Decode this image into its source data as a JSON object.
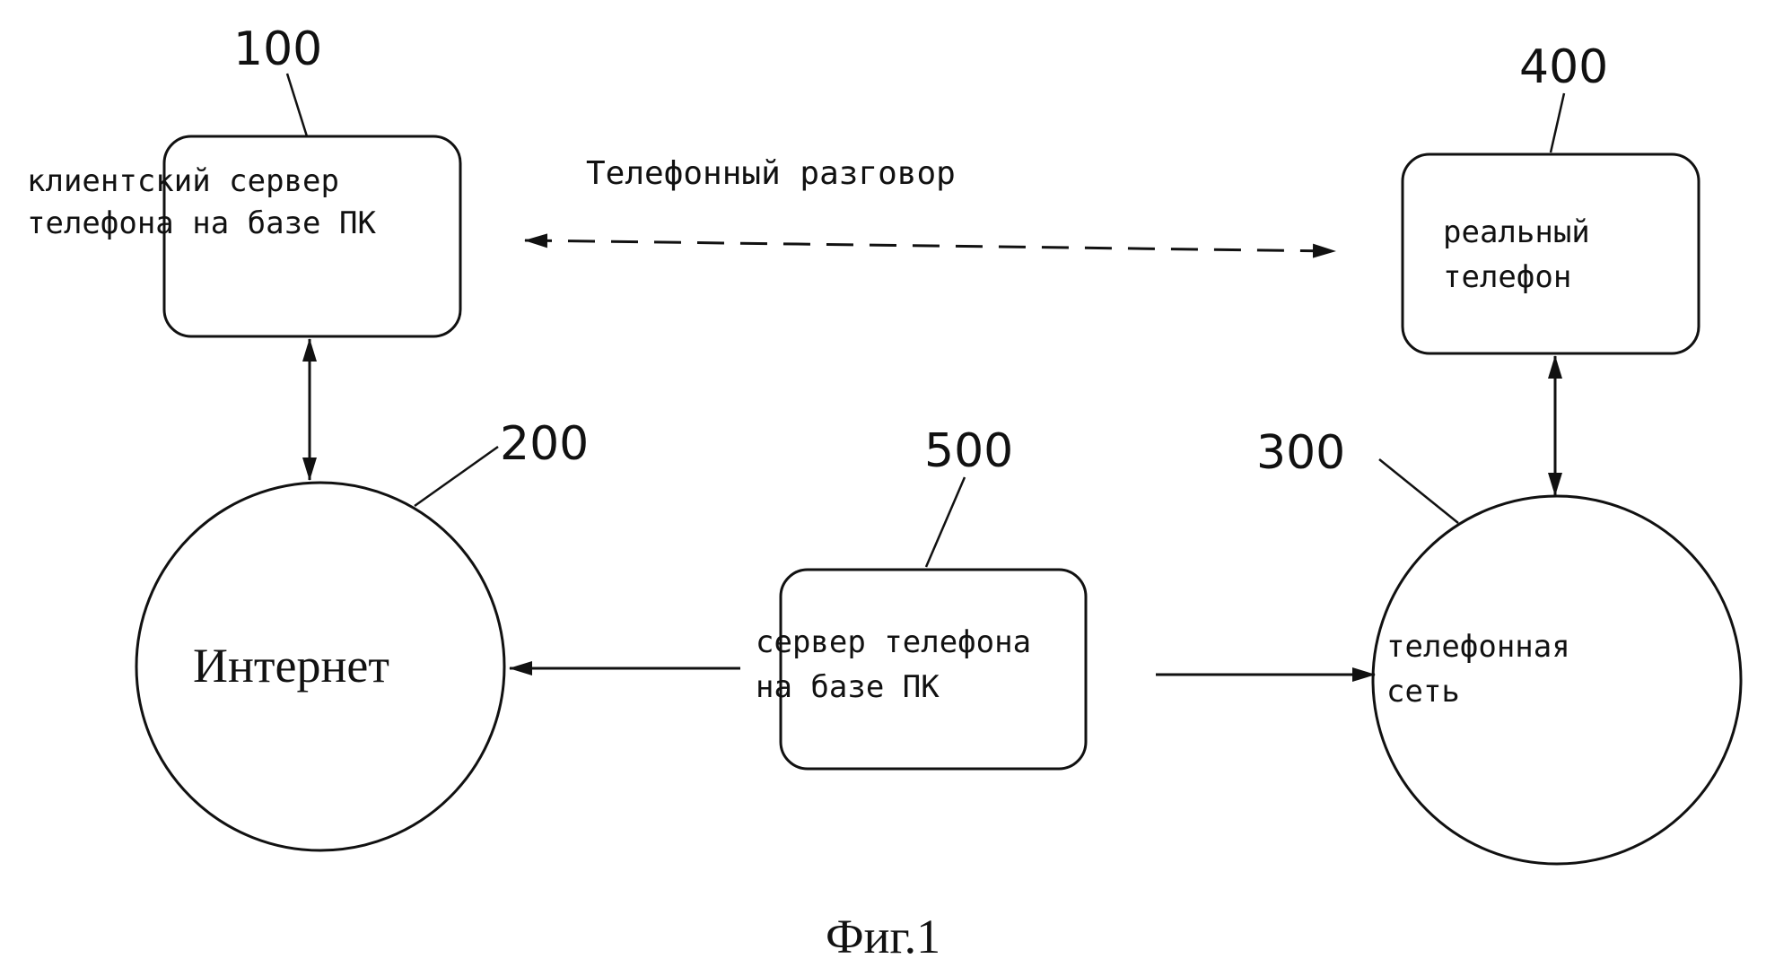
{
  "refs": {
    "client": "100",
    "internet": "200",
    "network": "300",
    "phone": "400",
    "server": "500"
  },
  "client_box": {
    "line1": "клиентский сервер",
    "line2": "телефона на базе ПК"
  },
  "call_label": "Телефонный разговор",
  "phone_box": {
    "line1": "реальный",
    "line2": "телефон"
  },
  "internet_label": "Интернет",
  "server_box": {
    "line1": "сервер телефона",
    "line2": "на базе ПК"
  },
  "network_label": {
    "line1": "телефонная",
    "line2": "сеть"
  },
  "caption": "Фиг.1"
}
